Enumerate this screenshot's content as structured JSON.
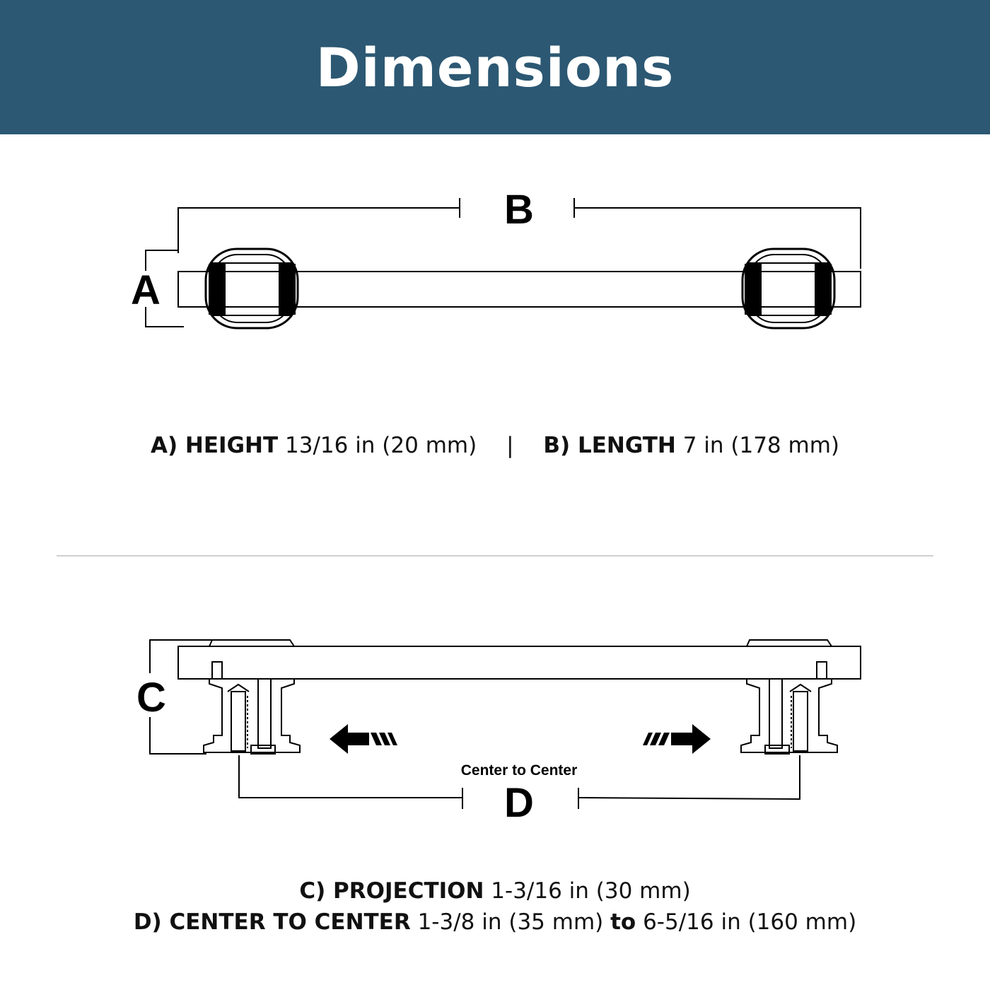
{
  "title": "Dimensions",
  "top_diagram": {
    "label_a": "A",
    "label_b": "B"
  },
  "bottom_diagram": {
    "label_c": "C",
    "label_d": "D",
    "center_to_center_label": "Center to Center"
  },
  "specs": {
    "height": {
      "key": "A) HEIGHT",
      "value": "13/16 in (20 mm)"
    },
    "separator": "|",
    "length": {
      "key": "B) LENGTH",
      "value": "7 in (178 mm)"
    },
    "projection": {
      "key": "C) PROJECTION",
      "value": "1-3/16 in (30 mm)"
    },
    "center_to_center": {
      "key": "D) CENTER TO CENTER",
      "min": "1-3/8 in (35 mm)",
      "joiner": "to",
      "max": "6-5/16 in (160 mm)"
    }
  },
  "colors": {
    "header_background": "#2c5873",
    "header_text": "#ffffff",
    "divider": "#cfcfcf"
  }
}
